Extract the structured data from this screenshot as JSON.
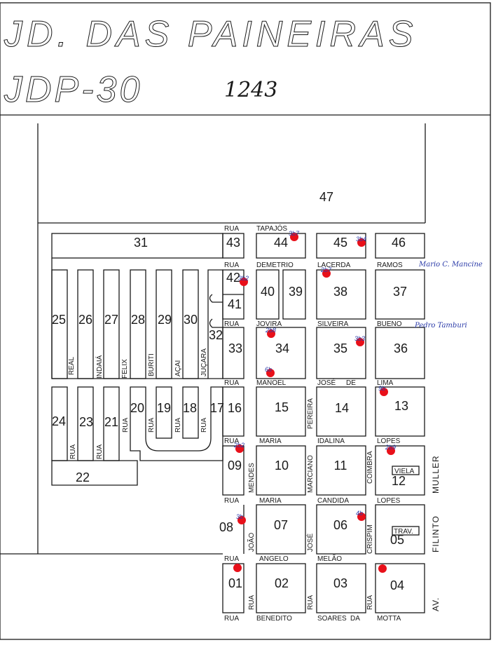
{
  "header": {
    "title_line1": "JD. DAS PAINEIRAS",
    "title_line2": "JDP-30",
    "handwritten_code": "1243"
  },
  "blocks": [
    {
      "number": "01"
    },
    {
      "number": "02"
    },
    {
      "number": "03"
    },
    {
      "number": "04"
    },
    {
      "number": "05"
    },
    {
      "number": "06"
    },
    {
      "number": "07"
    },
    {
      "number": "08"
    },
    {
      "number": "09"
    },
    {
      "number": "10"
    },
    {
      "number": "11"
    },
    {
      "number": "12"
    },
    {
      "number": "13"
    },
    {
      "number": "14"
    },
    {
      "number": "15"
    },
    {
      "number": "16"
    },
    {
      "number": "17"
    },
    {
      "number": "18"
    },
    {
      "number": "19"
    },
    {
      "number": "20"
    },
    {
      "number": "21"
    },
    {
      "number": "22"
    },
    {
      "number": "23"
    },
    {
      "number": "24"
    },
    {
      "number": "25"
    },
    {
      "number": "26"
    },
    {
      "number": "27"
    },
    {
      "number": "28"
    },
    {
      "number": "29"
    },
    {
      "number": "30"
    },
    {
      "number": "31"
    },
    {
      "number": "32"
    },
    {
      "number": "33"
    },
    {
      "number": "34"
    },
    {
      "number": "35"
    },
    {
      "number": "36"
    },
    {
      "number": "37"
    },
    {
      "number": "38"
    },
    {
      "number": "39"
    },
    {
      "number": "40"
    },
    {
      "number": "41"
    },
    {
      "number": "42"
    },
    {
      "number": "43"
    },
    {
      "number": "44"
    },
    {
      "number": "45"
    },
    {
      "number": "46"
    },
    {
      "number": "47"
    }
  ],
  "street_labels": [
    "RUA",
    "TAPAJÓS",
    "RUA",
    "DEMETRIO",
    "LACERDA",
    "RAMOS",
    "RUA",
    "JOVIRA",
    "SILVEIRA",
    "BUENO",
    "RUA",
    "MANOEL",
    "JOSÉ",
    "DE",
    "LIMA",
    "RUA",
    "MARIA",
    "IDALINA",
    "LOPES",
    "RUA",
    "MARIA",
    "CANDIDA",
    "LOPES",
    "RUA",
    "ANGELO",
    "MELÃO",
    "RUA",
    "BENEDITO",
    "SOARES",
    "DA",
    "MOTTA",
    "REAL",
    "INDAIÁ",
    "FELIX",
    "BURITI",
    "AÇAI",
    "JUÇARA",
    "RUA",
    "RUA",
    "RUA",
    "RUA",
    "RUA",
    "RUA",
    "PEREIRA",
    "MENDES",
    "MARCIANO",
    "COIMBRA",
    "MULLER",
    "JOÃO",
    "JOSÉ",
    "CRISPIM",
    "FILINTO",
    "RUA",
    "RUA",
    "RUA",
    "AV.",
    "VIELA",
    "TRAV."
  ],
  "annotations": [
    "Mario C. Mancine",
    "Pedro Tamburi",
    "3b7",
    "3b4",
    "2b7",
    "3b2",
    "2b8",
    "3b3",
    "6b",
    "9b",
    "2b2",
    "2b9",
    "3b",
    "4b"
  ],
  "colors": {
    "ink": "#1a1a1a",
    "marker": "#e8101a",
    "pen": "#2a3aa8"
  }
}
